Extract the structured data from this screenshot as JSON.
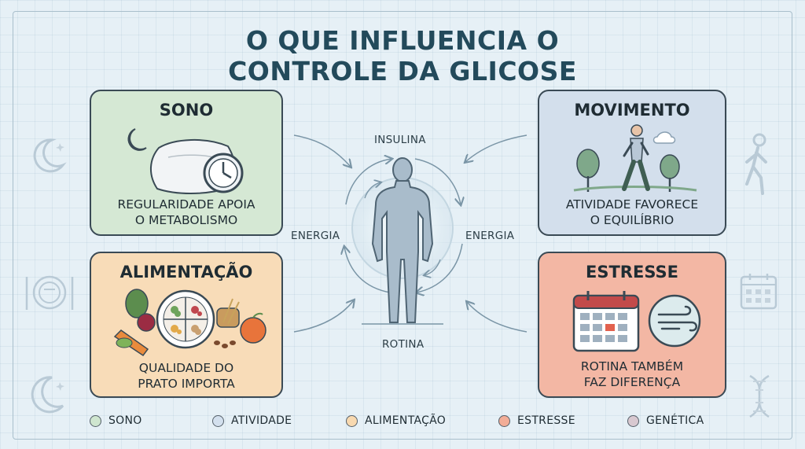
{
  "title": {
    "line1": "O QUE INFLUENCIA O",
    "line2": "CONTROLE DA GLICOSE"
  },
  "cards": {
    "sono": {
      "title": "SONO",
      "text1": "REGULARIDADE APOIA",
      "text2": "O METABOLISMO",
      "color": "#d5e8d4"
    },
    "movimento": {
      "title": "MOVIMENTO",
      "text1": "ATIVIDADE FAVORECE",
      "text2": "O EQUILÍBRIO",
      "color": "#d3dfec"
    },
    "alimentacao": {
      "title": "ALIMENTAÇÃO",
      "text1": "QUALIDADE DO",
      "text2": "PRATO IMPORTA",
      "color": "#f8dcb8"
    },
    "estresse": {
      "title": "ESTRESSE",
      "text1": "ROTINA TAMBÉM",
      "text2": "FAZ DIFERENÇA",
      "color": "#f3b7a4"
    }
  },
  "center": {
    "top": "INSULINA",
    "left": "ENERGIA",
    "right": "ENERGIA",
    "bottom": "ROTINA"
  },
  "legend": [
    {
      "label": "SONO",
      "color": "#cfe6cf"
    },
    {
      "label": "ATIVIDADE",
      "color": "#d3e0ee"
    },
    {
      "label": "ALIMENTAÇÃO",
      "color": "#f8d9b0"
    },
    {
      "label": "ESTRESSE",
      "color": "#f2ad97"
    },
    {
      "label": "GENÉTICA",
      "color": "#d8c8d0"
    }
  ]
}
